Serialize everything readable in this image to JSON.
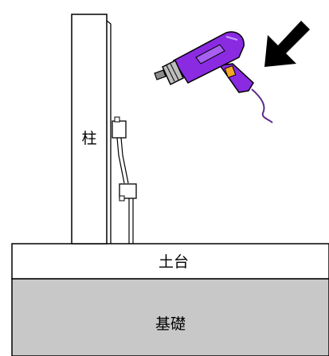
{
  "labels": {
    "pillar": "柱",
    "sill": "土台",
    "foundation": "基礎"
  },
  "colors": {
    "drill_body": "#8a2be2",
    "drill_trigger": "#f5a623",
    "foundation": "#c8c8c8",
    "outline": "#000000"
  },
  "icons": {
    "arrow": "arrow-down-left-icon",
    "drill": "power-drill-icon"
  }
}
